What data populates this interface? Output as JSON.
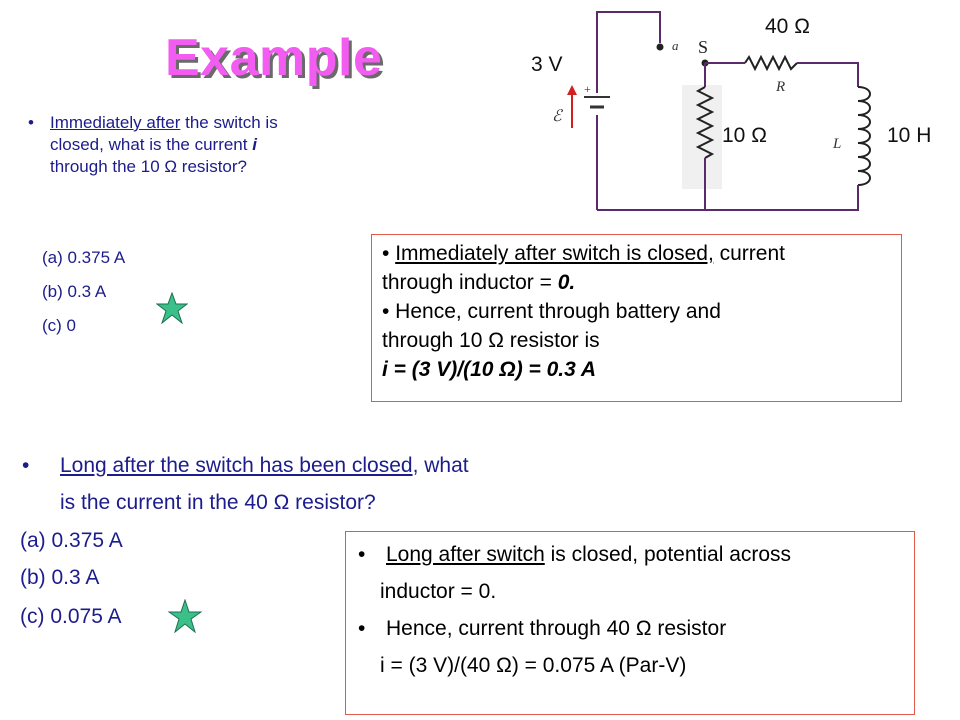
{
  "title": "Example",
  "question1": {
    "bullet": "•",
    "underlined": "Immediately after",
    "rest": " the switch is closed, what is the current ",
    "var": "i",
    "rest2": " through the 10 Ω resistor?",
    "options": [
      "(a) 0.375 A",
      "(b) 0.3 A",
      "(c) 0"
    ]
  },
  "circuit": {
    "label_40": "40 Ω",
    "label_3v": "3 V",
    "label_10": "10 Ω",
    "label_10h": "10 H",
    "label_a": "a",
    "label_s": "S",
    "label_r": "R",
    "label_l": "L",
    "label_emf": "ℰ"
  },
  "answer1": {
    "line1_bullet": "• ",
    "line1_underlined": "Immediately after switch is closed,",
    "line1_rest": " current",
    "line2_pre": "through inductor = ",
    "line2_zero": "0.",
    "line3": "• Hence, current through battery and",
    "line4": "through 10 Ω resistor is",
    "line5": "i = (3 V)/(10 Ω) = 0.3 A"
  },
  "question2": {
    "bullet": "•",
    "underlined": "Long after the switch has been closed",
    "rest": ", what",
    "line2": "is the current in the 40 Ω resistor?",
    "options": [
      "(a) 0.375 A",
      "(b) 0.3 A",
      "(c) 0.075 A"
    ]
  },
  "answer2": {
    "bullet1": "•",
    "line1_underlined": "Long after switch",
    "line1_rest": " is closed, potential across",
    "line2": "inductor = 0.",
    "bullet2": "•",
    "line3": "Hence, current through 40 Ω resistor",
    "line4": "i = (3 V)/(40 Ω) = 0.075 A (Par-V)"
  },
  "colors": {
    "title": "#f25cf0",
    "question_text": "#1c1c8c",
    "box_border": "#e05a4a",
    "star_fill": "#3cc08a",
    "circuit_wire": "#5a2a6a"
  }
}
